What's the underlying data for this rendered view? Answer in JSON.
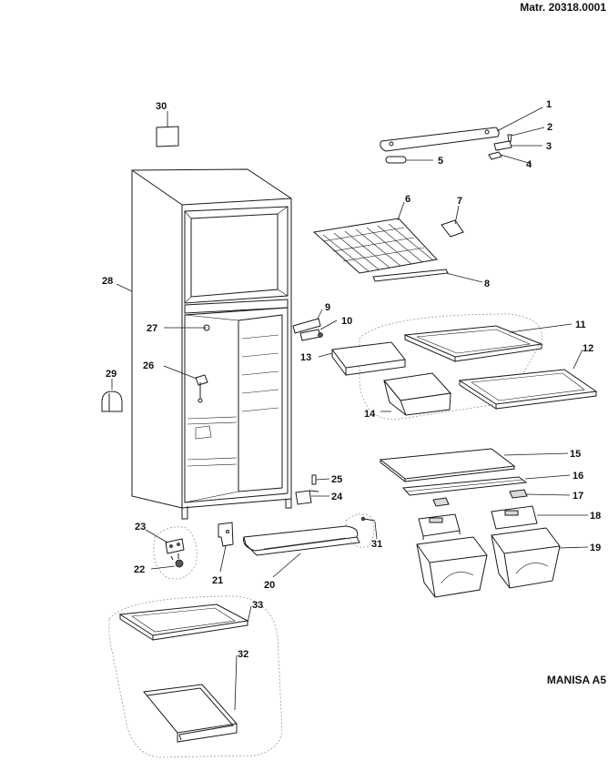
{
  "header": {
    "material_code": "Matr. 20318.0001"
  },
  "footer": {
    "model_name": "MANISA A5"
  },
  "callouts": [
    "1",
    "2",
    "3",
    "4",
    "5",
    "6",
    "7",
    "8",
    "9",
    "10",
    "11",
    "12",
    "13",
    "14",
    "15",
    "16",
    "17",
    "18",
    "19",
    "20",
    "21",
    "22",
    "23",
    "24",
    "25",
    "26",
    "27",
    "28",
    "29",
    "30",
    "31",
    "32",
    "33"
  ]
}
